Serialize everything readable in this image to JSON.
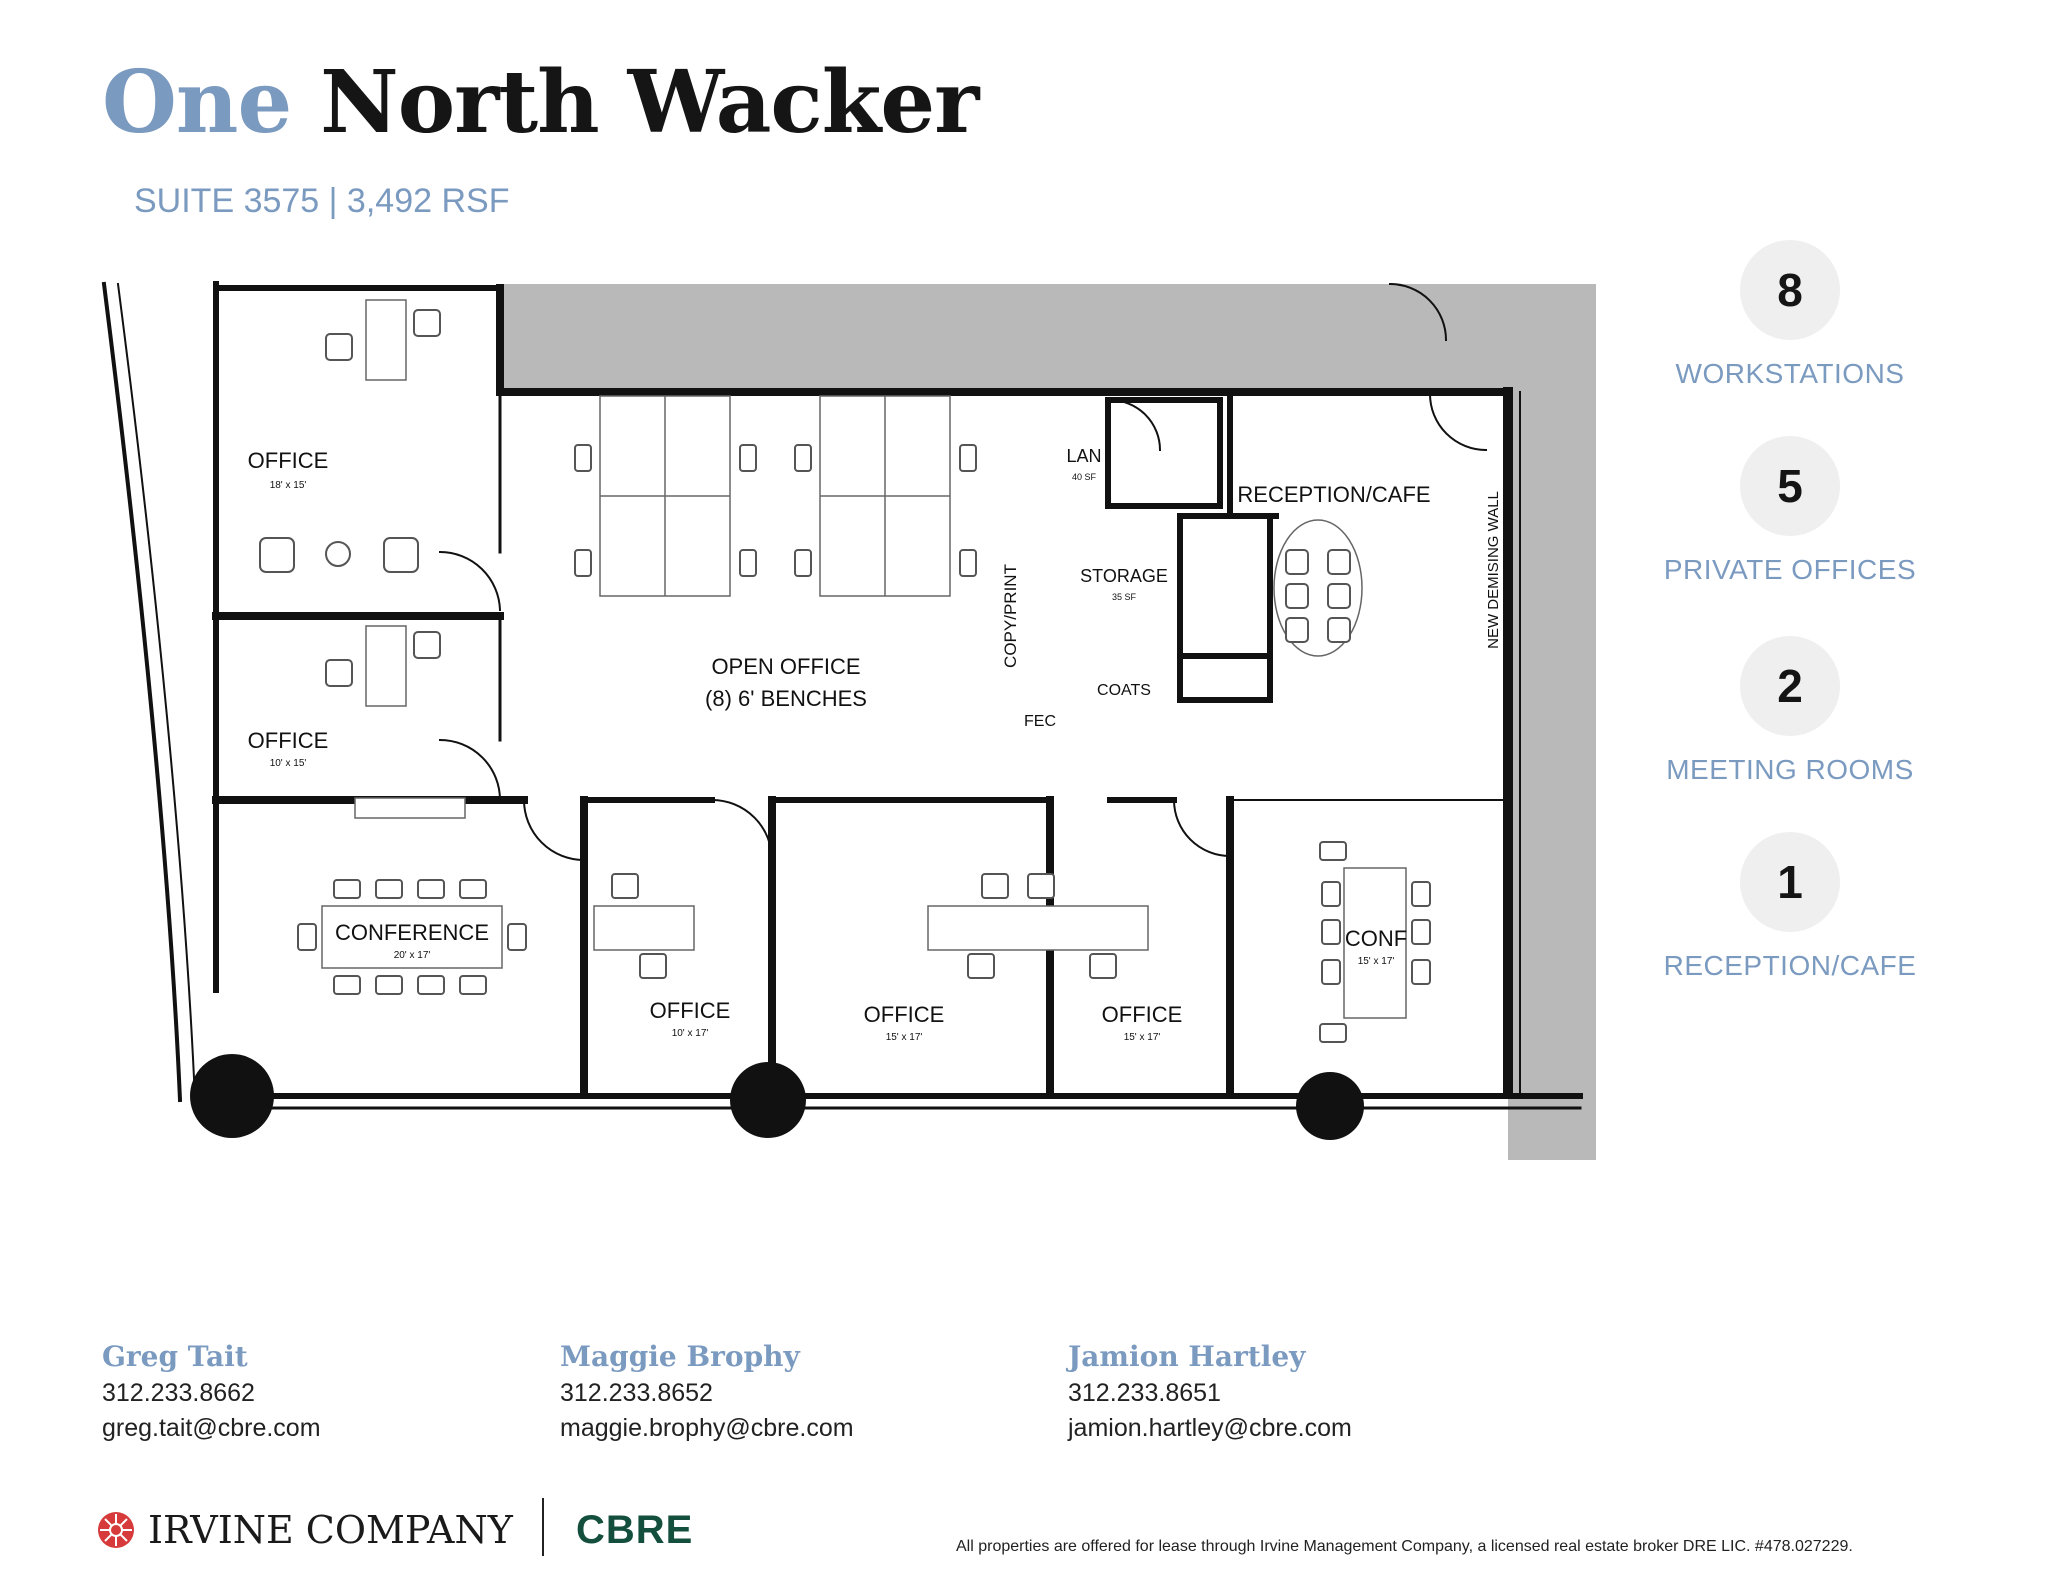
{
  "title": {
    "part1": "One",
    "part2": "North Wacker"
  },
  "subtitle": "SUITE 3575 | 3,492 RSF",
  "floorplan": {
    "rooms": {
      "office_a": {
        "label": "OFFICE",
        "size": "18' x 15'"
      },
      "office_b": {
        "label": "OFFICE",
        "size": "10' x 15'"
      },
      "conference": {
        "label": "CONFERENCE",
        "size": "20' x 17'"
      },
      "office_c": {
        "label": "OFFICE",
        "size": "10' x 17'"
      },
      "office_d": {
        "label": "OFFICE",
        "size": "15' x 17'"
      },
      "office_e": {
        "label": "OFFICE",
        "size": "15' x 17'"
      },
      "conf": {
        "label": "CONF",
        "size": "15' x 17'"
      },
      "open_office": {
        "line1": "OPEN OFFICE",
        "line2": "(8) 6' BENCHES"
      },
      "lan": {
        "label": "LAN",
        "size": "40 SF"
      },
      "storage": {
        "label": "STORAGE",
        "size": "35 SF"
      },
      "coats": "COATS",
      "fec": "FEC",
      "copy_print": "COPY/PRINT",
      "reception": "RECEPTION/CAFE",
      "demising_wall": "NEW DEMISING WALL"
    }
  },
  "stats": [
    {
      "value": "8",
      "label": "WORKSTATIONS"
    },
    {
      "value": "5",
      "label": "PRIVATE OFFICES"
    },
    {
      "value": "2",
      "label": "MEETING ROOMS"
    },
    {
      "value": "1",
      "label": "RECEPTION/CAFE"
    }
  ],
  "contacts": [
    {
      "name": "Greg Tait",
      "phone": "312.233.8662",
      "email": "greg.tait@cbre.com"
    },
    {
      "name": "Maggie Brophy",
      "phone": "312.233.8652",
      "email": "maggie.brophy@cbre.com"
    },
    {
      "name": "Jamion Hartley",
      "phone": "312.233.8651",
      "email": "jamion.hartley@cbre.com"
    }
  ],
  "footer": {
    "irvine_logo_text": "IRVINE COMPANY",
    "cbre_logo_text": "CBRE",
    "disclaimer": "All properties are offered for lease through Irvine Management Company, a licensed real estate broker DRE LIC. #478.027229."
  },
  "colors": {
    "accent": "#7b9ac0",
    "text": "#151515",
    "cbre_green": "#144f3d",
    "irvine_red": "#d63a3a",
    "core_gray": "#b9b9b9",
    "badge_bg": "#efefef"
  }
}
